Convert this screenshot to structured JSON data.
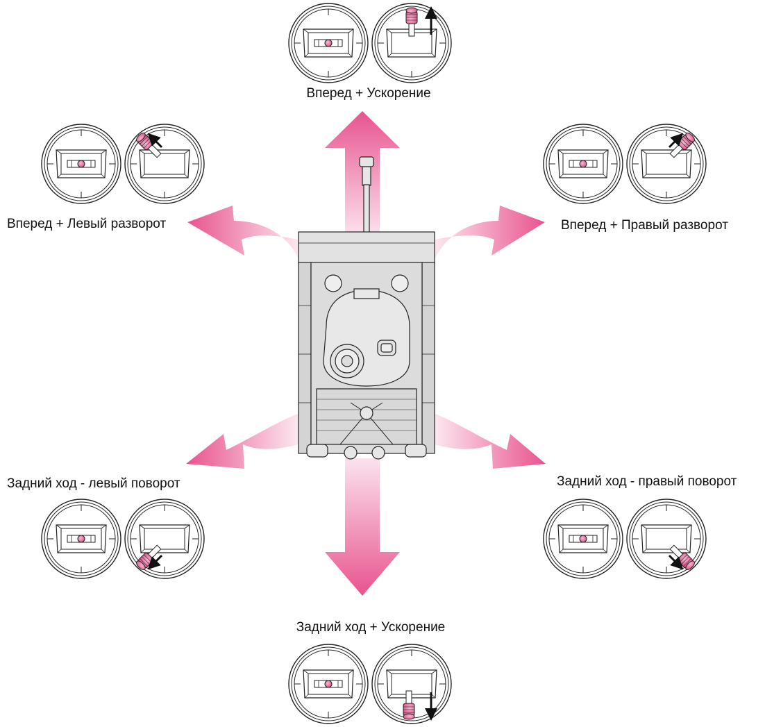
{
  "colors": {
    "arrow_fill": "#e8538f",
    "arrow_light": "#fbe3ee",
    "stick_pink": "#e8609a",
    "line": "#222222",
    "tank_gray": "#d8d8d8"
  },
  "directions": {
    "forward_accel": {
      "label": "Вперед + Ускорение"
    },
    "forward_left": {
      "label": "Вперед + Левый разворот"
    },
    "forward_right": {
      "label": "Вперед + Правый разворот"
    },
    "reverse_left": {
      "label": "Задний ход - левый поворот"
    },
    "reverse_right": {
      "label": "Задний ход - правый поворот"
    },
    "reverse_accel": {
      "label": "Задний ход + Ускорение"
    }
  },
  "icons": [
    "transmitter-gimbal-icon",
    "stick-knob-icon",
    "direction-arrow-icon",
    "tank-top-view-icon"
  ]
}
